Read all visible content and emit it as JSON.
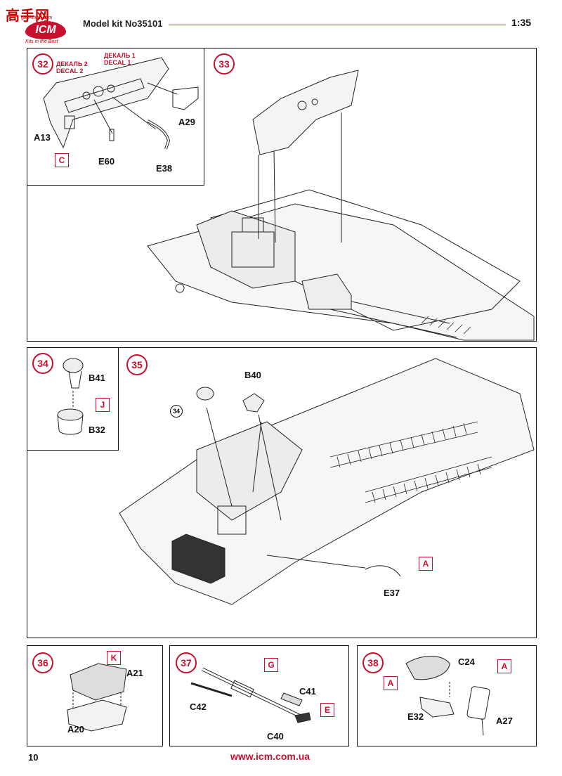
{
  "header": {
    "logo_cn": "高手网",
    "logo_sub": "gao-shou.com",
    "logo_brand": "ICM",
    "logo_tagline": "Kits in the Best",
    "model_kit": "Model kit No35101",
    "scale": "1:35"
  },
  "steps": {
    "s32": {
      "num": "32",
      "decal2": "ДЕКАЛЬ 2\nDECAL 2",
      "decal1": "ДЕКАЛЬ 1\nDECAL 1",
      "parts": [
        "A13",
        "C",
        "E60",
        "E38",
        "A29"
      ]
    },
    "s33": {
      "num": "33"
    },
    "s34": {
      "num": "34",
      "parts": [
        "B41",
        "J",
        "B32"
      ]
    },
    "s35": {
      "num": "35",
      "ref": "34",
      "parts": [
        "B40",
        "A",
        "E37"
      ]
    },
    "s36": {
      "num": "36",
      "parts": [
        "K",
        "A21",
        "A20"
      ]
    },
    "s37": {
      "num": "37",
      "parts": [
        "G",
        "C41",
        "C42",
        "E",
        "C40"
      ]
    },
    "s38": {
      "num": "38",
      "parts": [
        "A",
        "C24",
        "A",
        "E32",
        "A27"
      ]
    }
  },
  "footer": {
    "page": "10",
    "url": "www.icm.com.ua"
  },
  "colors": {
    "accent": "#c8102e",
    "ink": "#111111"
  }
}
